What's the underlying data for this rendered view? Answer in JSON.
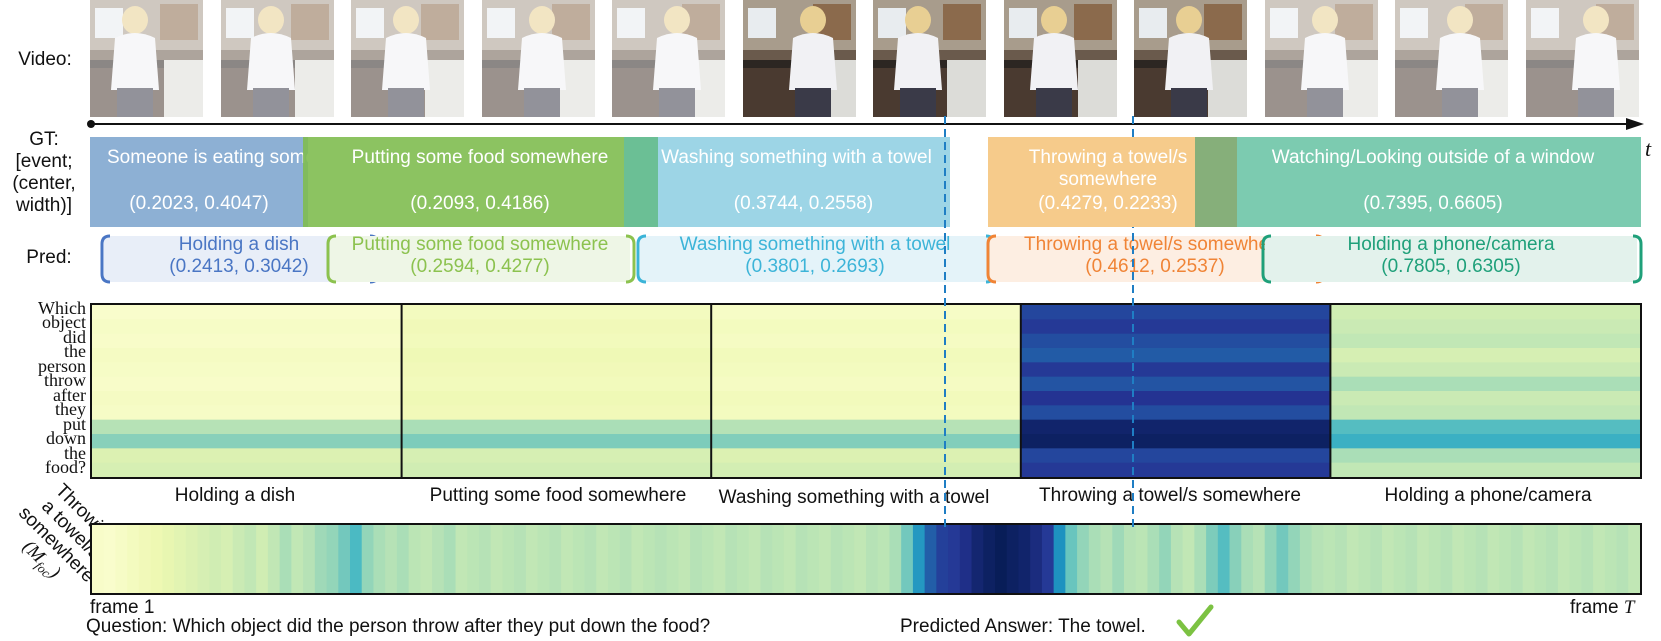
{
  "labels": {
    "video": "Video:",
    "gt_lines": [
      "GT:",
      "[event;",
      "(center,",
      "width)]"
    ],
    "pred": "Pred:",
    "t_axis": "t",
    "focus_lines": [
      "Throwing",
      "a towel/s",
      "somewhere",
      "(M_foc)"
    ],
    "frame_start": "frame 1",
    "frame_end_prefix": "frame",
    "frame_end_var": "T"
  },
  "question_text": "Question: Which object did the person throw after they put down the food?",
  "answer_text": "Predicted Answer: The towel.",
  "check_icon": "check-mark-icon",
  "video_frames": [
    {
      "faded": true
    },
    {
      "faded": true
    },
    {
      "faded": true
    },
    {
      "faded": true
    },
    {
      "faded": true
    },
    {
      "faded": false
    },
    {
      "faded": false
    },
    {
      "faded": false
    },
    {
      "faded": false
    },
    {
      "faded": true
    },
    {
      "faded": true
    },
    {
      "faded": true
    }
  ],
  "gt_events": [
    {
      "name": "Someone is eating something",
      "center_width": "(0.2023, 0.4047)",
      "color": "#8db0d4"
    },
    {
      "name": "Putting some food somewhere",
      "center_width": "(0.2093, 0.4186)",
      "color": "#8cc25f"
    },
    {
      "name": "Washing something with a towel",
      "center_width": "(0.3744, 0.2558)",
      "color": "#9dd5e6"
    },
    {
      "name": "Throwing a towel/s somewhere",
      "center_width": "(0.4279, 0.2233)",
      "color": "#f6cb8b"
    },
    {
      "name": "Watching/Looking outside of a window",
      "center_width": "(0.7395, 0.6605)",
      "color": "#7ccbb0"
    }
  ],
  "pred_events": [
    {
      "name": "Holding a dish",
      "center_width": "(0.2413, 0.3042)",
      "color": "#4a76c4"
    },
    {
      "name": "Putting some food somewhere",
      "center_width": "(0.2594, 0.4277)",
      "color": "#8cc24f"
    },
    {
      "name": "Washing something with a towel",
      "center_width": "(0.3801, 0.2693)",
      "color": "#3cb4d8"
    },
    {
      "name": "Throwing a towel/s somewhere",
      "center_width": "(0.4612, 0.2537)",
      "color": "#f08436"
    },
    {
      "name": "Holding a phone/camera",
      "center_width": "(0.7805, 0.6305)",
      "color": "#1fa07a"
    }
  ],
  "question_words": [
    "Which",
    "object",
    "did",
    "the",
    "person",
    "throw",
    "after",
    "they",
    "put",
    "down",
    "the",
    "food?"
  ],
  "segment_labels": [
    "Holding a dish",
    "Putting some food somewhere",
    "Washing something with a towel",
    "Throwing a towel/s somewhere",
    "Holding a phone/camera"
  ],
  "attention": {
    "colormap": "YlGnBu",
    "segments": [
      [
        0.04,
        0.06,
        0.05,
        0.07,
        0.06,
        0.05,
        0.07,
        0.06,
        0.28,
        0.36,
        0.18,
        0.2
      ],
      [
        0.08,
        0.1,
        0.09,
        0.11,
        0.1,
        0.09,
        0.11,
        0.1,
        0.3,
        0.38,
        0.2,
        0.22
      ],
      [
        0.06,
        0.08,
        0.07,
        0.09,
        0.08,
        0.07,
        0.09,
        0.08,
        0.28,
        0.37,
        0.18,
        0.21
      ],
      [
        0.82,
        0.86,
        0.8,
        0.76,
        0.86,
        0.78,
        0.88,
        0.8,
        0.96,
        0.98,
        0.82,
        0.86
      ],
      [
        0.22,
        0.24,
        0.26,
        0.2,
        0.24,
        0.3,
        0.24,
        0.26,
        0.46,
        0.52,
        0.3,
        0.26
      ]
    ],
    "focus_profile": [
      0.05,
      0.04,
      0.06,
      0.08,
      0.1,
      0.12,
      0.14,
      0.16,
      0.18,
      0.2,
      0.22,
      0.2,
      0.24,
      0.26,
      0.22,
      0.26,
      0.3,
      0.26,
      0.28,
      0.32,
      0.34,
      0.4,
      0.48,
      0.34,
      0.3,
      0.28,
      0.3,
      0.27,
      0.26,
      0.28,
      0.3,
      0.26,
      0.27,
      0.28,
      0.26,
      0.27,
      0.28,
      0.26,
      0.27,
      0.28,
      0.26,
      0.27,
      0.28,
      0.26,
      0.27,
      0.28,
      0.26,
      0.27,
      0.28,
      0.27,
      0.26,
      0.28,
      0.27,
      0.26,
      0.28,
      0.27,
      0.26,
      0.28,
      0.27,
      0.26,
      0.28,
      0.27,
      0.26,
      0.28,
      0.27,
      0.26,
      0.28,
      0.27,
      0.3,
      0.4,
      0.6,
      0.75,
      0.84,
      0.86,
      0.9,
      0.95,
      0.98,
      1.0,
      0.98,
      0.96,
      0.92,
      0.86,
      0.62,
      0.42,
      0.34,
      0.3,
      0.28,
      0.32,
      0.28,
      0.27,
      0.3,
      0.34,
      0.28,
      0.26,
      0.3,
      0.38,
      0.46,
      0.36,
      0.3,
      0.28,
      0.34,
      0.4,
      0.34,
      0.3,
      0.28,
      0.27,
      0.28,
      0.26,
      0.27,
      0.28,
      0.26,
      0.27,
      0.28,
      0.26,
      0.27,
      0.28,
      0.26,
      0.27,
      0.28,
      0.26,
      0.27,
      0.28,
      0.26,
      0.27,
      0.28,
      0.26,
      0.27,
      0.28,
      0.26,
      0.27,
      0.28,
      0.26
    ]
  }
}
